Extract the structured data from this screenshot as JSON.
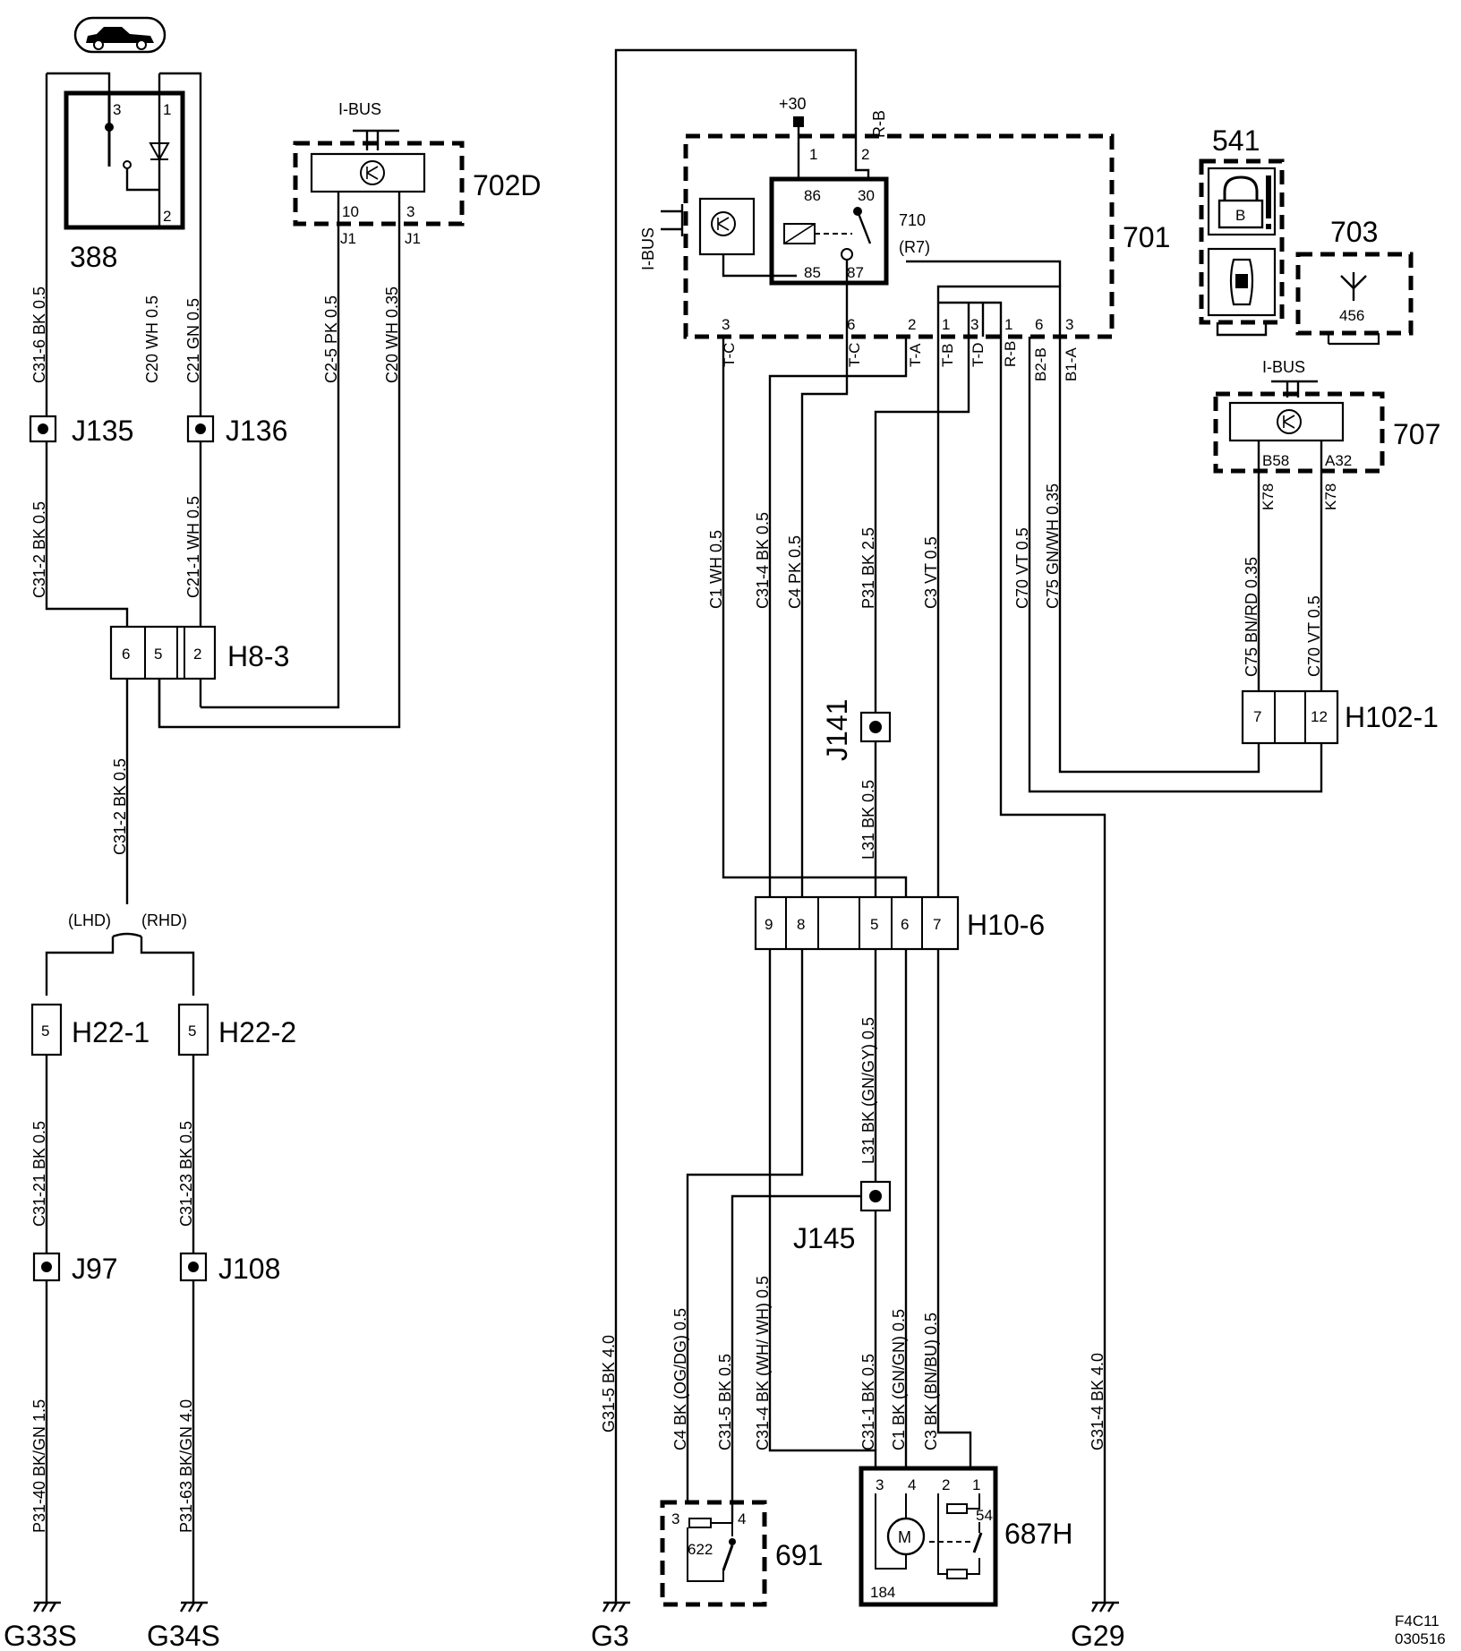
{
  "components": {
    "c388": "388",
    "c702d": "702D",
    "c701": "701",
    "c710": "710",
    "c710sub": "(R7)",
    "c541": "541",
    "c703": "703",
    "c703sub": "456",
    "c707": "707",
    "c691": "691",
    "c691sub": "622",
    "c687h": "687H",
    "c687hsub": "184",
    "c687hsub2": "54",
    "motor": "M"
  },
  "connectors": {
    "j135": "J135",
    "j136": "J136",
    "h83": "H8-3",
    "h221": "H22-1",
    "h222": "H22-2",
    "j97": "J97",
    "j108": "J108",
    "j141": "J141",
    "j145": "J145",
    "h106": "H10-6",
    "h1021": "H102-1"
  },
  "grounds": {
    "g33s": "G33S",
    "g34s": "G34S",
    "g3": "G3",
    "g29": "G29"
  },
  "labels": {
    "ibus": "I-BUS",
    "plus30": "+30",
    "lhd": "(LHD)",
    "rhd": "(RHD)",
    "j1": "J1",
    "rb_top": "R-B",
    "k78": "K78",
    "b58": "B58",
    "a32": "A32",
    "tc": "T-C",
    "ta": "T-A",
    "tb": "T-B",
    "td": "T-D",
    "rb": "R-B",
    "b2b": "B2-B",
    "b1a": "B1-A",
    "footer1": "F4C11",
    "footer2": "030516"
  },
  "pins": {
    "p1": "1",
    "p2": "2",
    "p3": "3",
    "p4": "4",
    "p5": "5",
    "p6": "6",
    "p7": "7",
    "p8": "8",
    "p9": "9",
    "p10": "10",
    "p12": "12",
    "p30": "30",
    "p85": "85",
    "p86": "86",
    "p87": "87"
  },
  "wires": {
    "w1": "C31-6  BK  0.5",
    "w2": "C20  WH  0.5",
    "w3": "C21  GN  0.5",
    "w4": "C2-5  PK  0.5",
    "w5": "C20  WH  0.35",
    "w6": "C31-2  BK  0.5",
    "w7": "C21-1  WH  0.5",
    "w8": "C31-2  BK  0.5",
    "w9": "C31-21 BK  0.5",
    "w10": "C31-23  BK  0.5",
    "w11": "P31-40  BK/GN  1.5",
    "w12": "P31-63  BK/GN  4.0",
    "w13": "G31-5  BK  4.0",
    "w14": "C1  WH  0.5",
    "w15": "C31-4  BK  0.5",
    "w16": "C4  PK  0.5",
    "w17": "P31  BK  2.5",
    "w18": "C3  VT  0.5",
    "w19": "C70  VT  0.5",
    "w20": "C75  GN/WH  0.35",
    "w21": "C75  BN/RD  0.35",
    "w22": "C70  VT  0.5",
    "w23": "L31  BK  0.5",
    "w24": "L31  BK  (GN/GY)  0.5",
    "w25": "C4  BK  (OG/DG)  0.5",
    "w26": "C31-5  BK  0.5",
    "w27": "C31-4  BK  (WH/ WH)  0.5",
    "w28": "C31-1  BK  0.5",
    "w29": "C1  BK  (GN/GN)  0.5",
    "w30": "C3  BK  (BN/BU)  0.5",
    "w31": "G31-4  BK  4.0"
  }
}
